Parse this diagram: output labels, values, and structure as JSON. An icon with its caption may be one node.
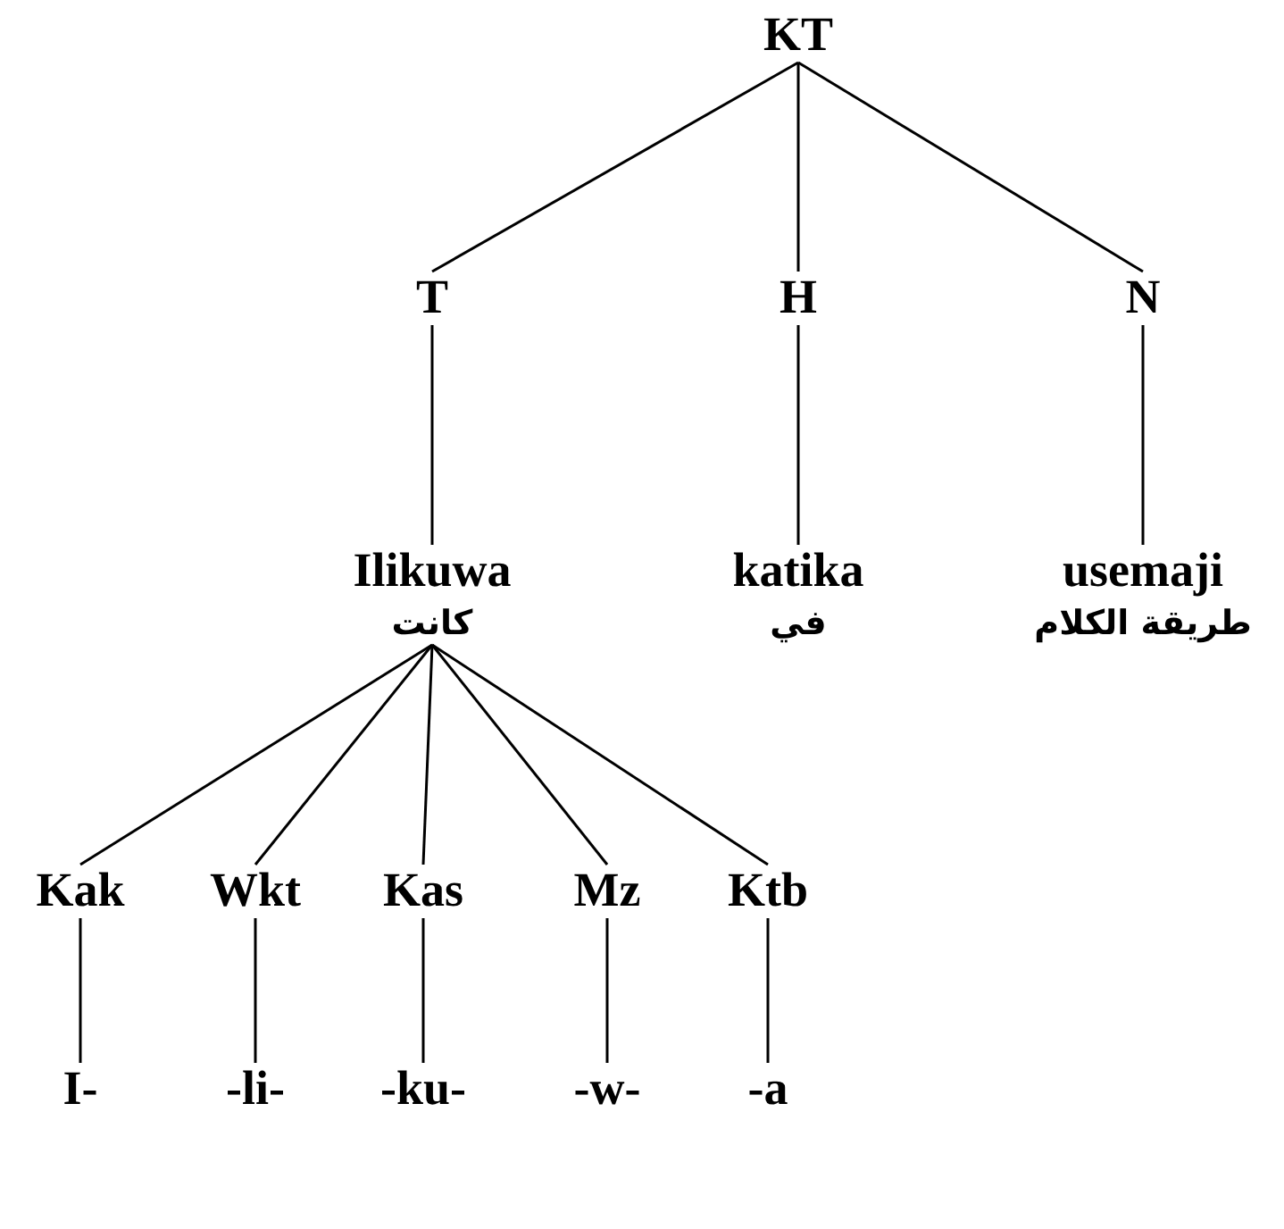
{
  "diagram": {
    "nodes": [
      {
        "text": [
          "KT"
        ]
      },
      {
        "text": [
          "T"
        ]
      },
      {
        "text": [
          "H"
        ]
      },
      {
        "text": [
          "N"
        ]
      },
      {
        "text": [
          "Ilikuwa",
          "كانت"
        ]
      },
      {
        "text": [
          "katika",
          "في"
        ]
      },
      {
        "text": [
          "usemaji",
          "طريقة الكلام"
        ]
      },
      {
        "text": [
          "Kak"
        ]
      },
      {
        "text": [
          "Wkt"
        ]
      },
      {
        "text": [
          "Kas"
        ]
      },
      {
        "text": [
          "Mz"
        ]
      },
      {
        "text": [
          "Ktb"
        ]
      },
      {
        "text": [
          "I-"
        ]
      },
      {
        "text": [
          "-li-"
        ]
      },
      {
        "text": [
          "-ku-"
        ]
      },
      {
        "text": [
          "-w-"
        ]
      },
      {
        "text": [
          "-a"
        ]
      }
    ],
    "edges": [
      {
        "from": 0,
        "to": 1,
        "arrow": "none"
      },
      {
        "from": 0,
        "to": 2,
        "arrow": "none"
      },
      {
        "from": 0,
        "to": 3,
        "arrow": "none"
      },
      {
        "from": 1,
        "to": 4,
        "arrow": "none"
      },
      {
        "from": 2,
        "to": 5,
        "arrow": "none"
      },
      {
        "from": 3,
        "to": 6,
        "arrow": "none"
      },
      {
        "from": 4,
        "to": 7,
        "arrow": "none"
      },
      {
        "from": 4,
        "to": 8,
        "arrow": "none"
      },
      {
        "from": 4,
        "to": 9,
        "arrow": "none"
      },
      {
        "from": 4,
        "to": 10,
        "arrow": "none"
      },
      {
        "from": 4,
        "to": 11,
        "arrow": "none"
      },
      {
        "from": 7,
        "to": 12,
        "arrow": "none"
      },
      {
        "from": 8,
        "to": 13,
        "arrow": "none"
      },
      {
        "from": 9,
        "to": 14,
        "arrow": "none"
      },
      {
        "from": 10,
        "to": 15,
        "arrow": "none"
      },
      {
        "from": 11,
        "to": 16,
        "arrow": "none"
      }
    ]
  }
}
